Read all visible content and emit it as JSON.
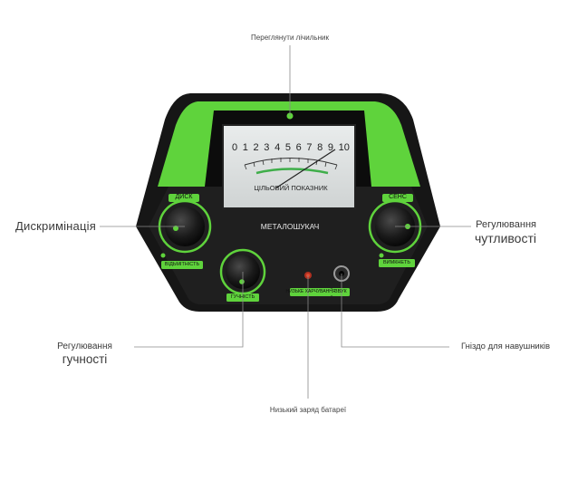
{
  "callouts": {
    "meter_view": "Переглянути лічильник",
    "discrimination": "Дискримінація",
    "sensitivity_line1": "Регулювання",
    "sensitivity_line2": "чутливості",
    "volume_line1": "Регулювання",
    "volume_line2": "гучності",
    "headphone_jack": "Гніздо для навушників",
    "low_battery": "Низький заряд батареї"
  },
  "panel": {
    "brand": "МЕТАЛОШУКАЧ",
    "meter_caption": "ЦІЛЬОВИЙ ПОКАЗНИК",
    "meter_scale": [
      "0",
      "1",
      "2",
      "3",
      "4",
      "5",
      "6",
      "7",
      "8",
      "9",
      "10"
    ],
    "disc_label": "ДИСК",
    "disc_sub": "ВІДЬМІТНІСТЬ",
    "sens_label": "СЕНС",
    "sens_sub": "ВИМКНЕТЬ",
    "volume_label": "ГУЧНІСТЬ",
    "battery_label": "НИЗЬКЕ ХАРЧУВАННЯ",
    "jack_label": "ЗВУК"
  },
  "colors": {
    "accent_green": "#5fd33c",
    "panel_black": "#1d1d1d",
    "line_gray": "#8a8a8a"
  }
}
